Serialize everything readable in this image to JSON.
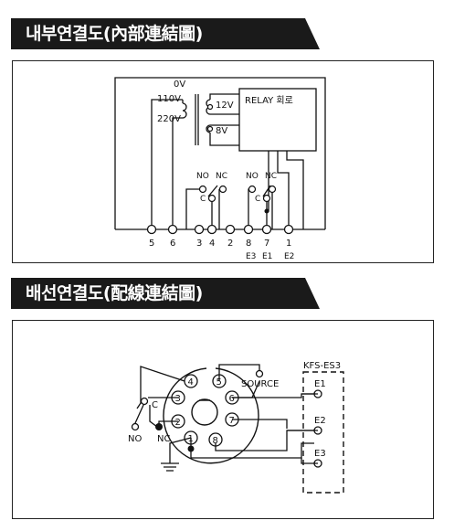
{
  "section1": {
    "title": "내부연결도(內部連結圖)",
    "labels": {
      "v0": "0V",
      "v110": "110V",
      "v220": "220V",
      "v12": "12V",
      "v8": "8V",
      "relay": "RELAY 회로",
      "no1": "NO",
      "nc1": "NC",
      "c1": "C",
      "no2": "NO",
      "nc2": "NC",
      "c2": "C"
    },
    "terminals": [
      "5",
      "6",
      "3",
      "4",
      "2",
      "8",
      "7",
      "1"
    ],
    "terminal_subs": [
      "E3",
      "E1",
      "E2"
    ]
  },
  "section2": {
    "title": "배선연결도(配線連結圖)",
    "labels": {
      "c": "C",
      "no": "NO",
      "nc": "NC",
      "source": "SOURCE",
      "model": "KFS-ES3",
      "e1": "E1",
      "e2": "E2",
      "e3": "E3"
    },
    "pins": [
      "4",
      "5",
      "3",
      "6",
      "2",
      "7",
      "1",
      "8"
    ]
  }
}
